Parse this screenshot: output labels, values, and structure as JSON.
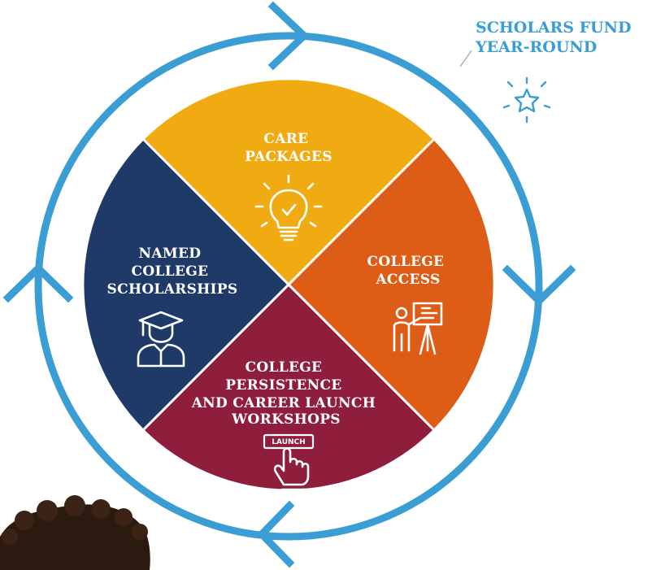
{
  "colors": {
    "ring": "#3a9dd4",
    "care_packages": "#f0ab12",
    "college_access": "#dd5c16",
    "persistence": "#8f1d3c",
    "scholarships": "#1f3a68",
    "text_light": "#ffffff"
  },
  "callout": {
    "line1": "SCHOLARS FUND",
    "line2": "YEAR-ROUND",
    "icon": "star-icon"
  },
  "segments": {
    "care_packages": {
      "lines": [
        "CARE",
        "PACKAGES"
      ],
      "icon": "lightbulb-check-icon"
    },
    "college_access": {
      "lines": [
        "COLLEGE",
        "ACCESS"
      ],
      "icon": "presenter-board-icon"
    },
    "persistence": {
      "lines": [
        "COLLEGE",
        "PERSISTENCE",
        "AND CAREER LAUNCH",
        "WORKSHOPS"
      ],
      "icon": "launch-button-icon",
      "icon_text": "LAUNCH"
    },
    "scholarships": {
      "lines": [
        "NAMED",
        "COLLEGE",
        "SCHOLARSHIPS"
      ],
      "icon": "graduate-icon"
    }
  }
}
